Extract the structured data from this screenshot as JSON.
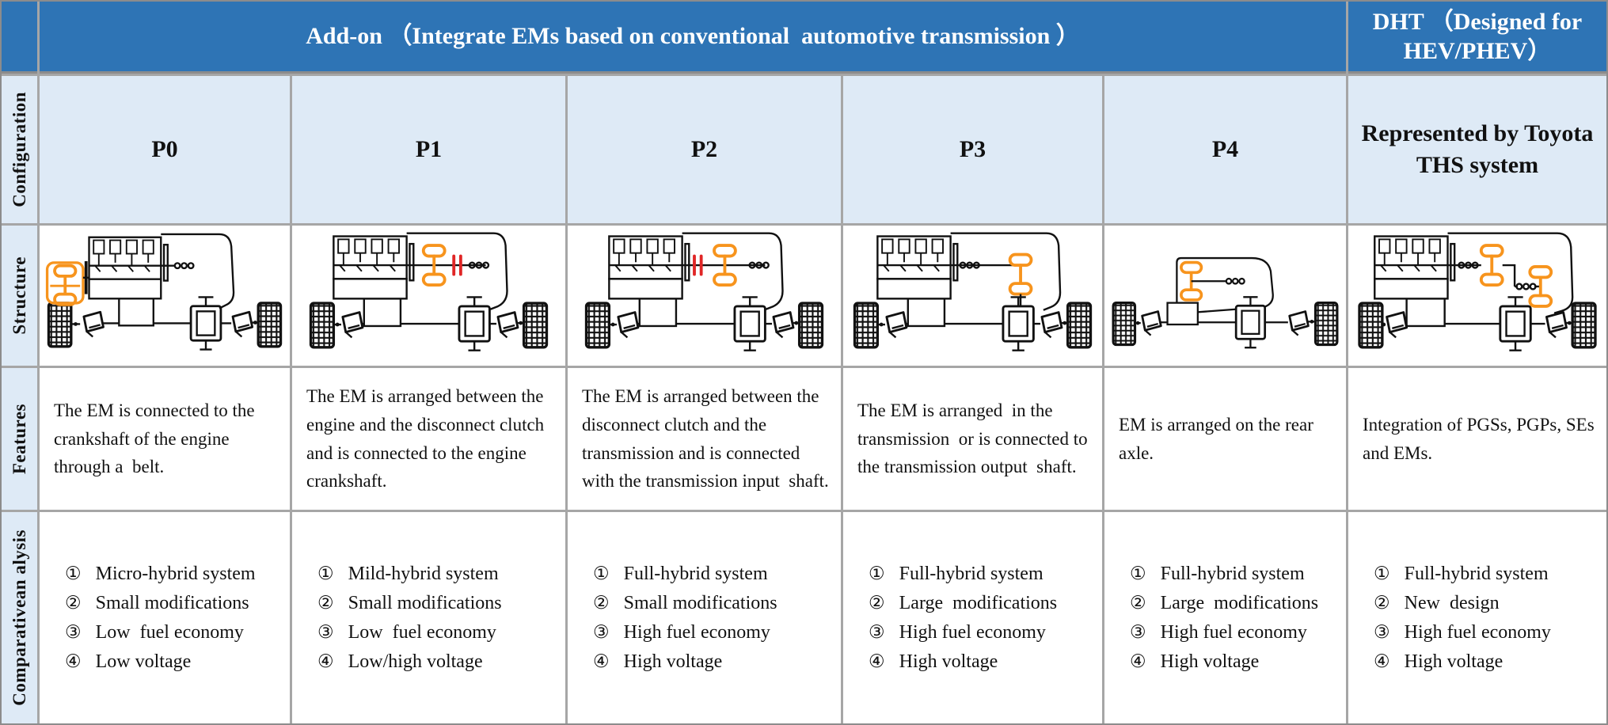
{
  "header": {
    "addon_label": "Add-on （Integrate EMs based on conventional  automotive transmission ）",
    "dht_label": "DHT （Designed for HEV/PHEV）"
  },
  "row_labels": {
    "configuration": "Configuration",
    "structure": "Structure",
    "features": "Features",
    "analysis": "Comparativean alysis"
  },
  "bullets": [
    "①",
    "②",
    "③",
    "④"
  ],
  "columns": [
    {
      "config": "P0",
      "features": "The EM is connected to the crankshaft of the engine through a  belt.",
      "analysis": [
        "Micro-hybrid system",
        "Small modifications",
        "Low  fuel economy",
        "Low voltage"
      ]
    },
    {
      "config": "P1",
      "features": "The EM is arranged between the engine and the disconnect clutch and is connected to the engine  crankshaft.",
      "analysis": [
        "Mild-hybrid system",
        "Small modifications",
        "Low  fuel economy",
        "Low/high voltage"
      ]
    },
    {
      "config": "P2",
      "features": "The EM is arranged between the disconnect clutch and the transmission and is connected with the transmission input  shaft.",
      "analysis": [
        "Full-hybrid system",
        "Small modifications",
        "High fuel economy",
        "High voltage"
      ]
    },
    {
      "config": "P3",
      "features": "The EM is arranged  in the transmission  or is connected to the transmission output  shaft.",
      "analysis": [
        "Full-hybrid system",
        "Large  modifications",
        "High fuel economy",
        "High voltage"
      ]
    },
    {
      "config": "P4",
      "features": "EM is arranged on the rear axle.",
      "analysis": [
        "Full-hybrid system",
        "Large  modifications",
        "High fuel economy",
        "High voltage"
      ]
    },
    {
      "config": "Represented by Toyota THS system",
      "features": "Integration of PGSs, PGPs, SEs and EMs.",
      "analysis": [
        "Full-hybrid system",
        "New  design",
        "High fuel economy",
        "High voltage"
      ]
    }
  ],
  "colors": {
    "header_bg": "#2e74b5",
    "label_bg": "#deeaf6",
    "border": "#a6a6a6",
    "em_orange": "#f7941d",
    "clutch_red": "#e02626"
  }
}
